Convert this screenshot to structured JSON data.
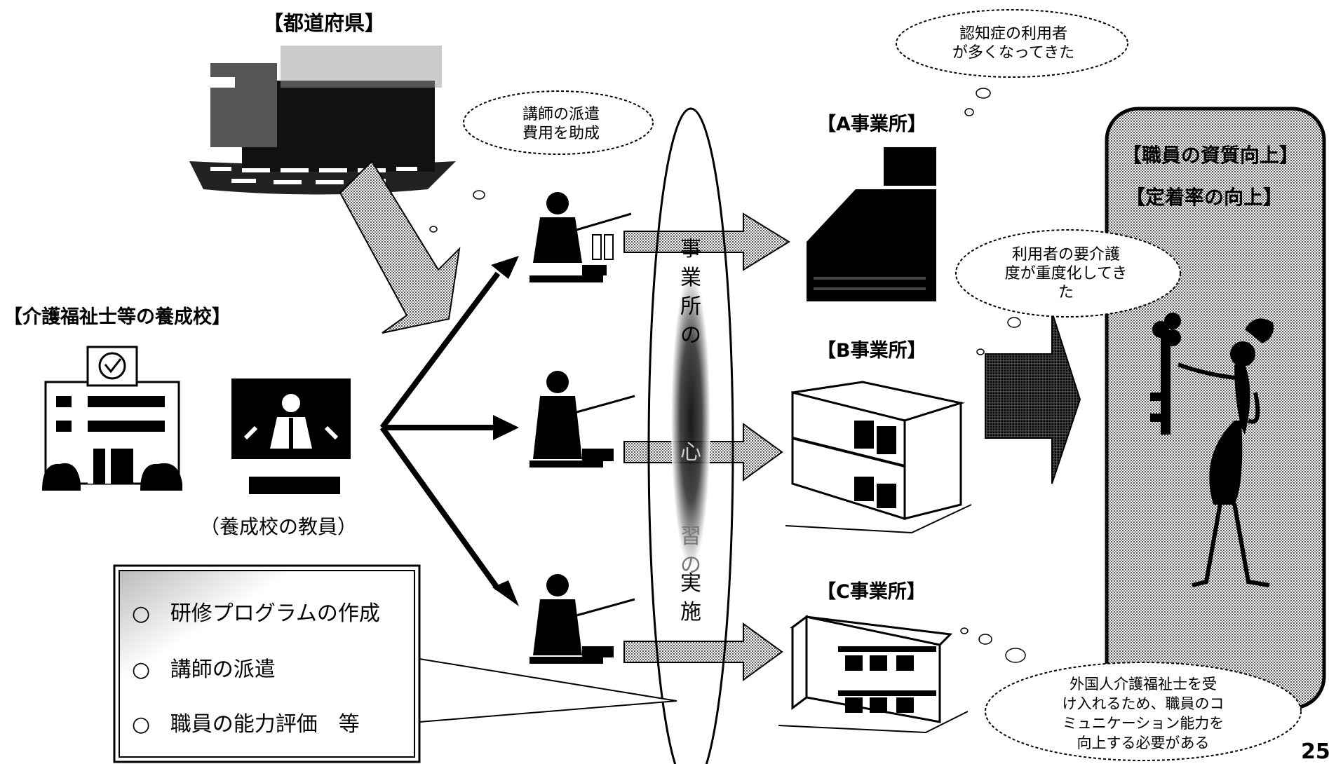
{
  "labels": {
    "prefecture": "【都道府県】",
    "school": "【介護福祉士等の養成校】",
    "teacher_caption": "（養成校の教員）",
    "office_a": "【A事業所】",
    "office_b": "【B事業所】",
    "office_c": "【C事業所】",
    "quality_up": "【職員の資質向上】",
    "retention_up": "【定着率の向上】"
  },
  "center_band": {
    "chars_top": [
      "事",
      "業",
      "所",
      "の"
    ],
    "chars_bottom": [
      "実",
      "施"
    ],
    "fragment_mid": "心",
    "fragment_low": "習の"
  },
  "clouds": {
    "subsidy": [
      "講師の派遣",
      "費用を助成"
    ],
    "dementia": [
      "認知症の利用者",
      "が多くなってきた"
    ],
    "care_level": [
      "利用者の要介護",
      "度が重度化してき",
      "た"
    ],
    "foreign": [
      "外国人介護福祉士を受",
      "け入れるため、職員のコ",
      "ミュニケーション能力を",
      "向上する必要がある"
    ]
  },
  "support_box": {
    "items": [
      "研修プログラムの作成",
      "講師の派遣",
      "職員の能力評価　等"
    ],
    "bullet": "○"
  },
  "page_number": "25"
}
